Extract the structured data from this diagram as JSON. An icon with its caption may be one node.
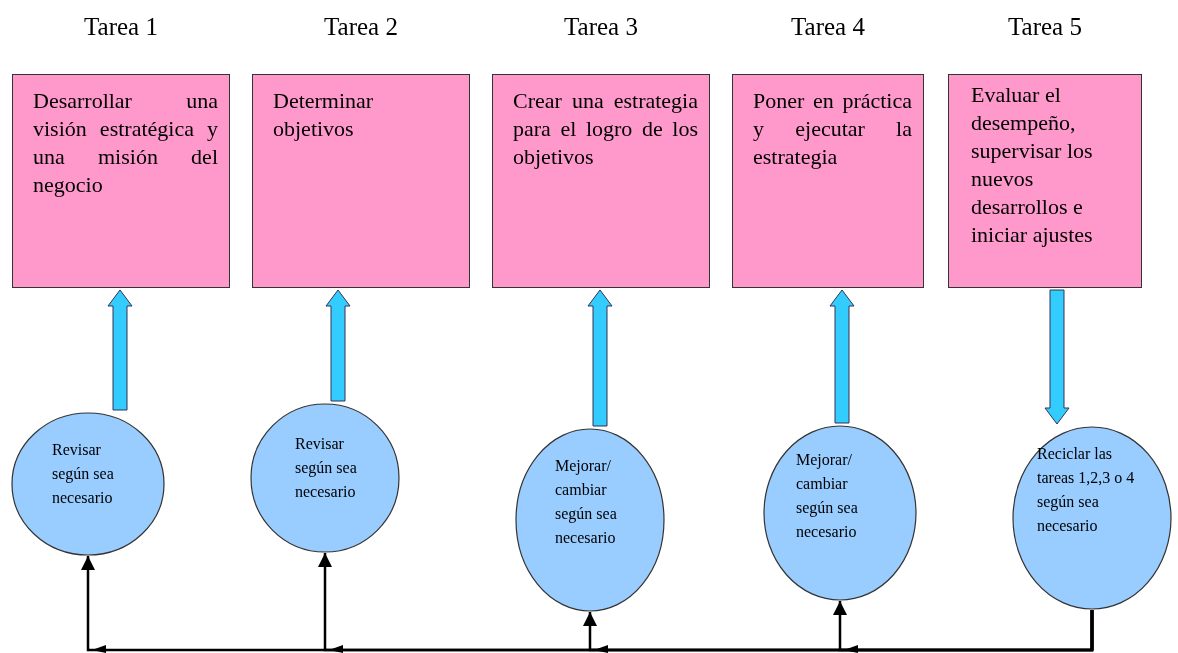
{
  "diagram": {
    "nodes": [
      {
        "text": [
          "Tarea 1",
          "Desarrollar una visión estratégica y una misión del negocio"
        ]
      },
      {
        "text": [
          "Tarea 2",
          "Determinar objetivos"
        ]
      },
      {
        "text": [
          "Tarea 3",
          "Crear una estrategia para el logro de los objetivos"
        ]
      },
      {
        "text": [
          "Tarea 4",
          "Poner en práctica y ejecutar la estrategia"
        ]
      },
      {
        "text": [
          "Tarea 5",
          "Evaluar el desempeño, supervisar los nuevos desarrollos e iniciar ajustes"
        ]
      },
      {
        "text": [
          "Revisar según sea necesario"
        ]
      },
      {
        "text": [
          "Revisar según sea necesario"
        ]
      },
      {
        "text": [
          "Mejorar/ cambiar según sea necesario"
        ]
      },
      {
        "text": [
          "Mejorar/ cambiar según sea necesario"
        ]
      },
      {
        "text": [
          "Reciclar las tareas 1,2,3 o 4 según sea necesario"
        ]
      }
    ],
    "edges": [
      {
        "from": 5,
        "to": 0,
        "arrow": "to",
        "style": "thick"
      },
      {
        "from": 6,
        "to": 1,
        "arrow": "to",
        "style": "thick"
      },
      {
        "from": 7,
        "to": 2,
        "arrow": "to",
        "style": "thick"
      },
      {
        "from": 8,
        "to": 3,
        "arrow": "to",
        "style": "thick"
      },
      {
        "from": 4,
        "to": 9,
        "arrow": "to",
        "style": "thick"
      },
      {
        "from": 9,
        "to": 8,
        "arrow": "to",
        "color": "#000000"
      },
      {
        "from": 9,
        "to": 7,
        "arrow": "to",
        "color": "#000000"
      },
      {
        "from": 9,
        "to": 6,
        "arrow": "to",
        "color": "#000000"
      },
      {
        "from": 9,
        "to": 5,
        "arrow": "to",
        "color": "#000000"
      }
    ]
  }
}
